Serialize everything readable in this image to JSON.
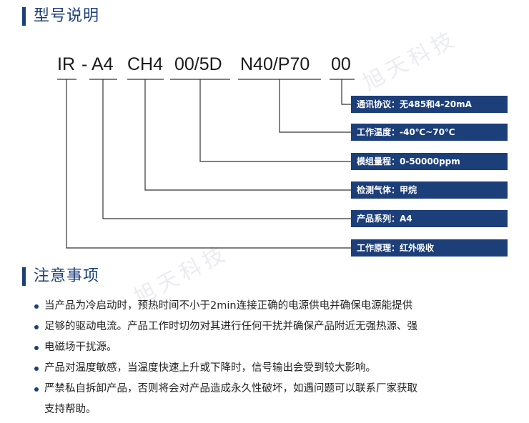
{
  "section1": {
    "title": "型号说明"
  },
  "section2": {
    "title": "注意事项"
  },
  "watermark": "旭天科技",
  "model_code": {
    "parts": [
      "IR",
      "-",
      "A4",
      "CH4",
      "00/5D",
      "N40/P70",
      "00"
    ]
  },
  "labels": [
    "通讯协议：无485和4-20mA",
    "工作温度：-40℃~70℃",
    "模组量程：0-50000ppm",
    "检测气体：甲烷",
    "产品系列：A4",
    "工作原理：红外吸收"
  ],
  "notes": [
    {
      "bullet": true,
      "text": "当产品为冷启动时，预热时间不小于2min连接正确的电源供电并确保电源能提供"
    },
    {
      "bullet": true,
      "text": "足够的驱动电流。产品工作时切勿对其进行任何干扰并确保产品附近无强热源、强"
    },
    {
      "bullet": true,
      "text": "电磁场干扰源。"
    },
    {
      "bullet": true,
      "text": "产品对温度敏感，当温度快速上升或下降时，信号输出会受到较大影响。"
    },
    {
      "bullet": true,
      "text": "严禁私自拆卸产品，否则将会对产品造成永久性破坏，如遇问题可以联系厂家获取"
    },
    {
      "bullet": false,
      "text": "支持帮助。"
    }
  ],
  "colors": {
    "accent": "#1c3f7a",
    "line": "#333333"
  }
}
